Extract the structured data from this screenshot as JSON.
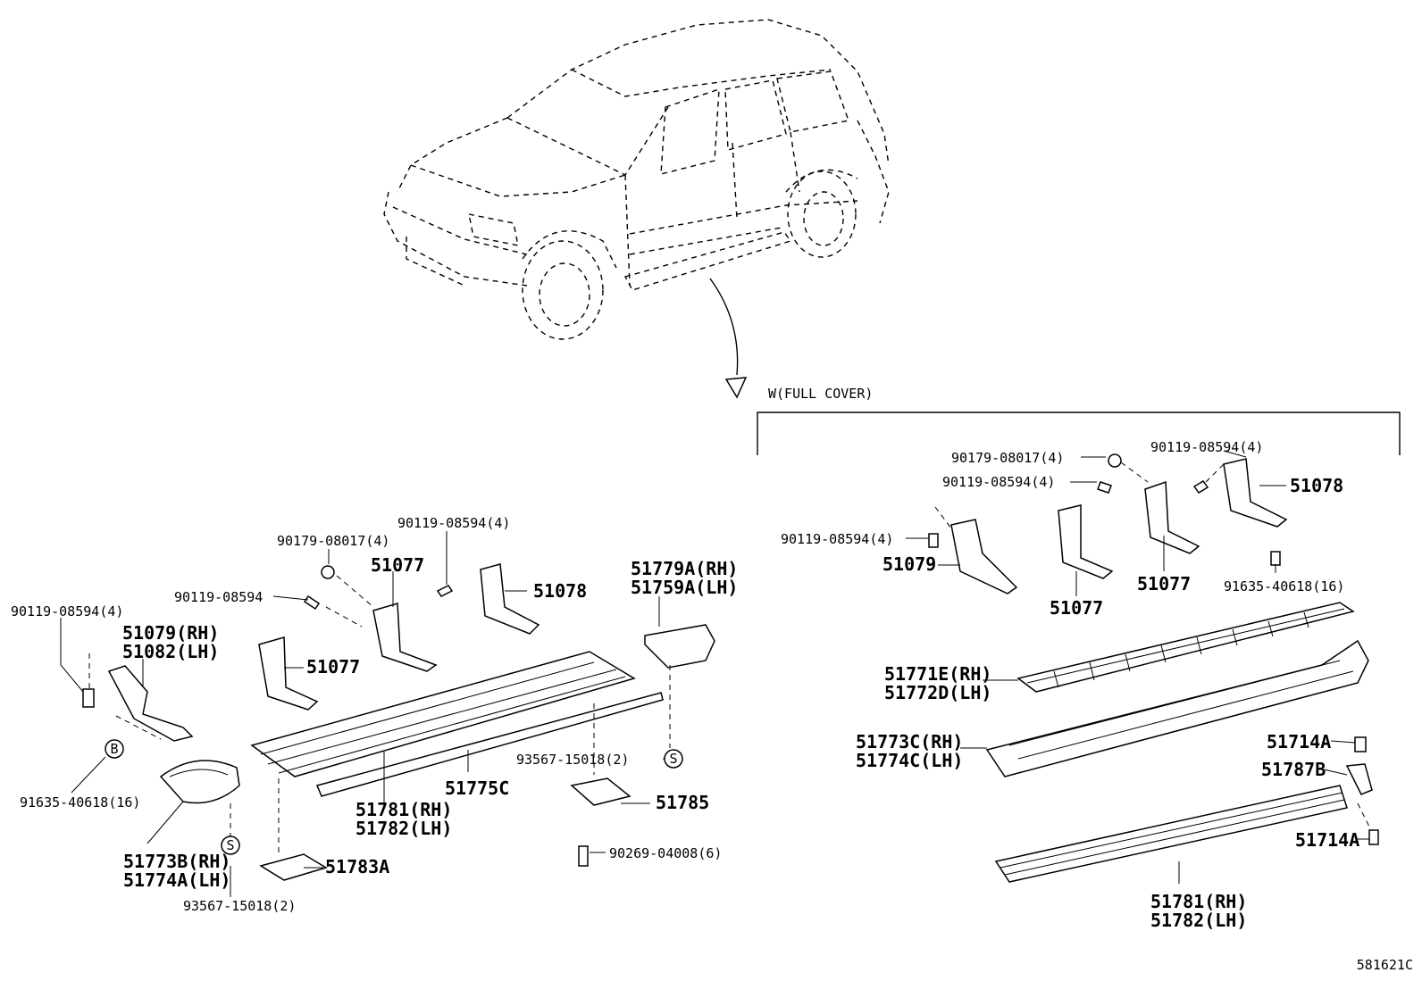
{
  "section_label": "W(FULL COVER)",
  "figure_code": "581621C",
  "labels": [
    {
      "id": "l1",
      "text": "90119-08594(4)"
    },
    {
      "id": "l2",
      "text": "51079(RH)"
    },
    {
      "id": "l3",
      "text": "51082(LH)"
    },
    {
      "id": "l4",
      "text": "91635-40618(16)"
    },
    {
      "id": "l5",
      "text": "51773B(RH)"
    },
    {
      "id": "l6",
      "text": "51774A(LH)"
    },
    {
      "id": "l7",
      "text": "93567-15018(2)"
    },
    {
      "id": "l8",
      "text": "90179-08017(4)"
    },
    {
      "id": "l9",
      "text": "90119-08594"
    },
    {
      "id": "l10",
      "text": "51077"
    },
    {
      "id": "l11",
      "text": "51077"
    },
    {
      "id": "l12",
      "text": "90119-08594(4)"
    },
    {
      "id": "l13",
      "text": "51078"
    },
    {
      "id": "l14",
      "text": "51779A(RH)"
    },
    {
      "id": "l15",
      "text": "51759A(LH)"
    },
    {
      "id": "l16",
      "text": "93567-15018(2)"
    },
    {
      "id": "l17",
      "text": "51775C"
    },
    {
      "id": "l18",
      "text": "51781(RH)"
    },
    {
      "id": "l19",
      "text": "51782(LH)"
    },
    {
      "id": "l20",
      "text": "51785"
    },
    {
      "id": "l21",
      "text": "90269-04008(6)"
    },
    {
      "id": "l22",
      "text": "51783A"
    },
    {
      "id": "r1",
      "text": "90179-08017(4)"
    },
    {
      "id": "r2",
      "text": "90119-08594(4)"
    },
    {
      "id": "r3",
      "text": "90119-08594(4)"
    },
    {
      "id": "r4",
      "text": "51078"
    },
    {
      "id": "r5",
      "text": "90119-08594(4)"
    },
    {
      "id": "r6",
      "text": "51079"
    },
    {
      "id": "r7",
      "text": "51077"
    },
    {
      "id": "r8",
      "text": "51077"
    },
    {
      "id": "r9",
      "text": "91635-40618(16)"
    },
    {
      "id": "r10",
      "text": "51771E(RH)"
    },
    {
      "id": "r11",
      "text": "51772D(LH)"
    },
    {
      "id": "r12",
      "text": "51773C(RH)"
    },
    {
      "id": "r13",
      "text": "51774C(LH)"
    },
    {
      "id": "r14",
      "text": "51714A"
    },
    {
      "id": "r15",
      "text": "51787B"
    },
    {
      "id": "r16",
      "text": "51714A"
    },
    {
      "id": "r17",
      "text": "51781(RH)"
    },
    {
      "id": "r18",
      "text": "51782(LH)"
    }
  ],
  "markers": [
    {
      "id": "mB",
      "letter": "B"
    },
    {
      "id": "mS1",
      "letter": "S"
    },
    {
      "id": "mS2",
      "letter": "S"
    }
  ]
}
